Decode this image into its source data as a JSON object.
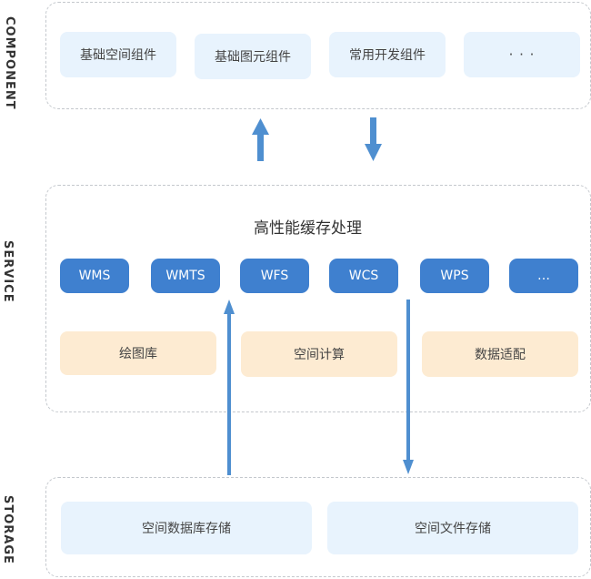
{
  "layers": {
    "component": {
      "label": "COMPONENT",
      "items": [
        "基础空间组件",
        "基础图元组件",
        "常用开发组件",
        "· · ·"
      ]
    },
    "service": {
      "label": "SERVICE",
      "title": "高性能缓存处理",
      "services": [
        "WMS",
        "WMTS",
        "WFS",
        "WCS",
        "WPS",
        "…"
      ],
      "capabilities": [
        "绘图库",
        "空间计算",
        "数据适配"
      ]
    },
    "storage": {
      "label": "STORAGE",
      "items": [
        "空间数据库存储",
        "空间文件存储"
      ]
    }
  },
  "colors": {
    "arrow": "#4f8fd0",
    "service_box": "#3f80cf",
    "light_box": "#e8f3fd",
    "capability_box": "#fdebd2",
    "dashed_border": "#c4c8cd"
  }
}
